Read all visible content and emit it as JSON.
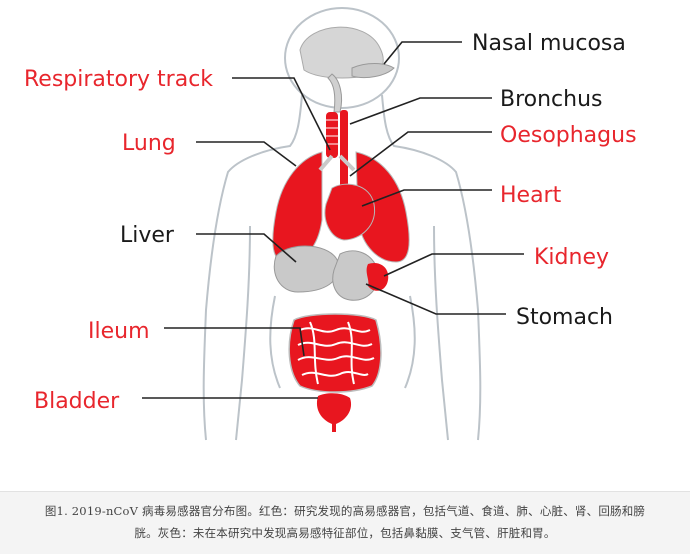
{
  "labels": {
    "nasal_mucosa": "Nasal mucosa",
    "respiratory_track": "Respiratory track",
    "bronchus": "Bronchus",
    "lung": "Lung",
    "oesophagus": "Oesophagus",
    "heart": "Heart",
    "liver": "Liver",
    "kidney": "Kidney",
    "stomach": "Stomach",
    "ileum": "Ileum",
    "bladder": "Bladder"
  },
  "caption": {
    "line1": "图1. 2019-nCoV 病毒易感器官分布图。红色：研究发现的高易感器官，包括气道、食道、肺、心脏、肾、回肠和膀",
    "line2": "胱。灰色：未在本研究中发现高易感特征部位，包括鼻黏膜、支气管、肝脏和胃。"
  },
  "colors": {
    "high_susceptibility": "#e8161f",
    "not_found": "#c9c9c9",
    "outline": "#bcc3c9",
    "label_red": "#e8262d",
    "label_black": "#1a1a1a"
  }
}
